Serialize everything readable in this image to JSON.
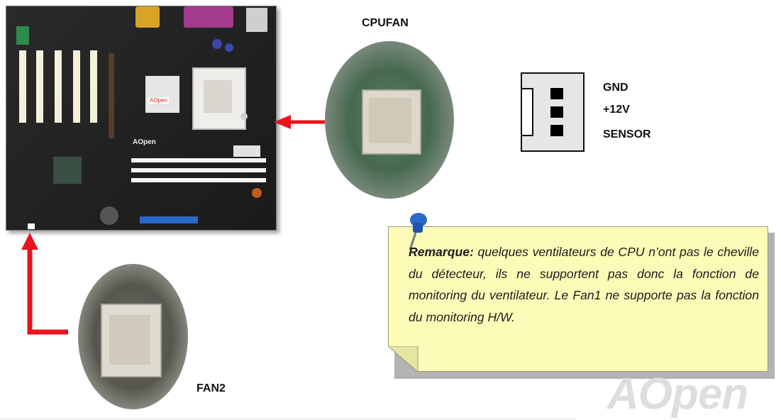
{
  "motherboard": {
    "brand_small": "AOpen"
  },
  "cpufan": {
    "label": "CPUFAN"
  },
  "fan2": {
    "label": "FAN2"
  },
  "pinout": {
    "pins": [
      "GND",
      "+12V",
      "SENSOR"
    ]
  },
  "note": {
    "heading": "Remarque:",
    "body": " quelques ventilateurs de CPU n’ont pas le cheville du détecteur, ils ne supportent pas donc la fonction de monitoring du ventilateur. Le Fan1 ne supporte pas la fonction du monitoring H/W."
  },
  "logo": {
    "text": "AOpen"
  },
  "colors": {
    "arrow": "#e8141d",
    "note_bg": "#fcfcb8",
    "pin_blue": "#2b68c9"
  }
}
